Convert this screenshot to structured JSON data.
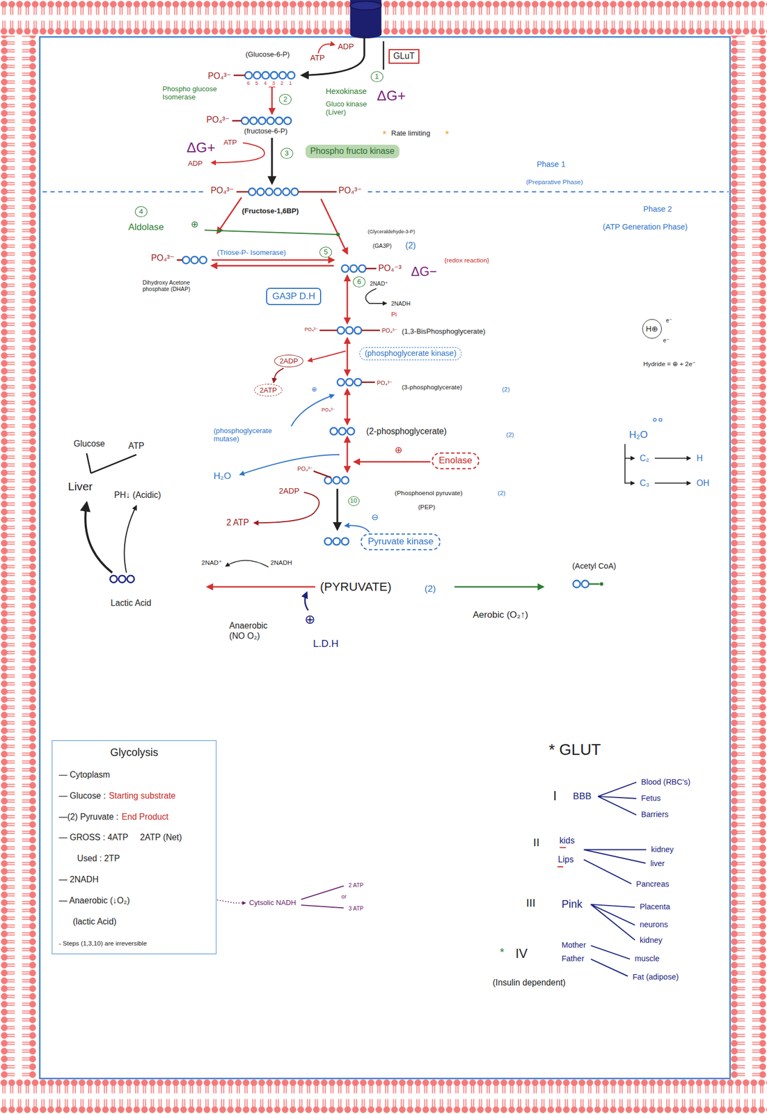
{
  "diagram": {
    "nodes": [
      {
        "text": [
          "GLuT"
        ]
      },
      {
        "text": [
          "Phospho fructo kinase"
        ]
      },
      {
        "text": [
          "GA3P D.H"
        ]
      },
      {
        "text": [
          "H⊕"
        ]
      },
      {
        "text": [
          "(phosphoglycerate kinase)"
        ]
      },
      {
        "text": [
          "2ADP"
        ]
      },
      {
        "text": [
          "2ATP"
        ]
      },
      {
        "text": [
          "Enolase"
        ]
      },
      {
        "text": [
          "Pyruvate kinase"
        ]
      },
      {
        "text": [
          "Glycolysis",
          "— Cytoplasm",
          "— Glucose :",
          "Starting substrate",
          "—(2) Pyruvate :",
          "End Product",
          "— GROSS : 4ATP",
          "Used : 2TP",
          "2ATP (Net)",
          "— 2NADH",
          "— Anaerobic (↓O₂)",
          "(lactic Acid)",
          "- Steps (1,3,10) are irreversible"
        ]
      }
    ],
    "edges": [
      {
        "from": 5,
        "to": 6,
        "arrow": "to"
      }
    ],
    "labels": [
      "(Glucose-6-P)",
      "ATP",
      "ADP",
      "1",
      "Hexokinase",
      "Gluco kinase (Liver)",
      "ΔG+",
      "PO₄³⁻",
      "6 5 4 3 2 1",
      "Phospho glucose Isomerase",
      "2",
      "PO₄³⁻",
      "(fructose-6-P)",
      "*",
      "Rate limiting",
      "*",
      "ΔG+",
      "ATP",
      "ADP",
      "3",
      "Phase 1",
      "(Preparative Phase)",
      "PO₄³⁻",
      "PO₄³⁻",
      "(Fructose-1,6BP)",
      "Phase 2",
      "(ATP Generation Phase)",
      "4",
      "Aldolase",
      "⊕",
      "(Glyceraldehyde-3-P)",
      "(GA3P)",
      "(2)",
      "(Triose-P- Isomerase)",
      "5",
      "PO₄³⁻",
      "Dihydroxy Acetone phosphate (DHAP)",
      "PO₄⁻³",
      "{redox reaction}",
      "ΔG−",
      "6",
      "2NAD⁺",
      "2NADH",
      "Pi",
      "PO₄³⁻",
      "PO₄³⁻",
      "(1,3-BisPhosphoglycerate)",
      "e⁻",
      "e⁻",
      "Hydride = ⊕ + 2e⁻",
      "PO₄³⁻",
      "(3-phosphoglycerate)",
      "(2)",
      "⊕",
      "PO₄³⁻",
      "(phosphoglycerate mutase)",
      "(2-phosphoglycerate)",
      "(2)",
      "Glucose",
      "ATP",
      "H₂O",
      "⊕",
      "C₂",
      "H",
      "PO₄³⁻",
      "H₂O",
      "C₃",
      "OH",
      "Liver",
      "PH↓ (Acidic)",
      "2ADP",
      "(Phosphoenol pyruvate)",
      "(2)",
      "10",
      "(PEP)",
      "⊖",
      "2 ATP",
      "2NAD⁺",
      "2NADH",
      "(Acetyl CoA)",
      "(PYRUVATE)",
      "(2)",
      "Lactic Acid",
      "Aerobic (O₂↑)",
      "Anaerobic (NO O₂)",
      "⊕",
      "L.D.H",
      "Cytsolic NADH",
      "2 ATP",
      "or",
      "3 ATP",
      "* GLUT",
      "I",
      "BBB",
      "Blood (RBC's)",
      "Fetus",
      "Barriers",
      "II",
      "kids",
      "kidney",
      "Lips",
      "liver",
      "Pancreas",
      "III",
      "Pink",
      "Placenta",
      "neurons",
      "kidney",
      "*",
      "Mother",
      "IV",
      "muscle",
      "Father",
      "Fat (adipose)",
      "(Insulin dependent)"
    ]
  }
}
